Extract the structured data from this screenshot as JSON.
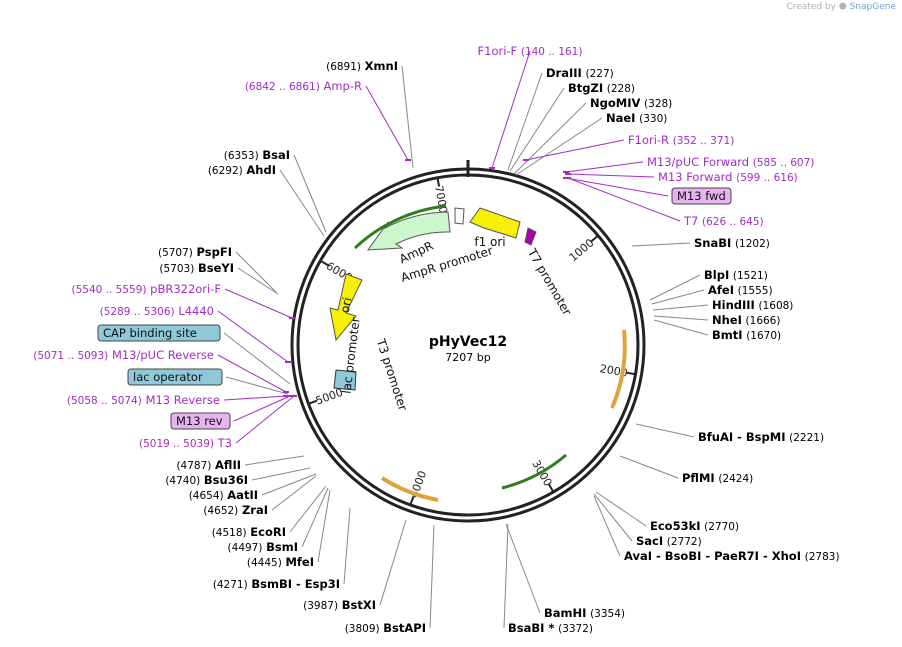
{
  "credit": {
    "prefix": "Created by",
    "brand": "SnapGene"
  },
  "plasmid": {
    "name": "pHyVec12",
    "size_label": "7207 bp",
    "length": 7207
  },
  "colors": {
    "enzyme_text": "#000000",
    "primer": "#a32cc4",
    "tick_line": "#888888",
    "tick_purple": "#a32cc4",
    "arrow_yellow": "#f7f000",
    "arrow_green": "#ccf7cc",
    "arrow_green_stroke": "#2e7d1e",
    "arrow_orange": "#f2c77a",
    "feature_cyan": "#8fc8d8",
    "feature_purple": "#e6b3f0"
  },
  "scale_labels": [
    "1000",
    "2000",
    "3000",
    "4000",
    "5000",
    "6000",
    "7000"
  ],
  "sites": [
    {
      "name": "XmnI",
      "pos": "(6891)"
    },
    {
      "name": "Amp-R",
      "pos": "(6842 .. 6861)"
    },
    {
      "name": "F1ori-F",
      "pos": "(140 .. 161)"
    },
    {
      "name": "DraIII",
      "pos": "(227)"
    },
    {
      "name": "BtgZI",
      "pos": "(228)"
    },
    {
      "name": "NgoMIV",
      "pos": "(328)"
    },
    {
      "name": "NaeI",
      "pos": "(330)"
    },
    {
      "name": "F1ori-R",
      "pos": "(352 .. 371)"
    },
    {
      "name": "M13/pUC Forward",
      "pos": "(585 .. 607)"
    },
    {
      "name": "M13 Forward",
      "pos": "(599 .. 616)"
    },
    {
      "name": "M13 fwd",
      "pos": ""
    },
    {
      "name": "T7",
      "pos": "(626 .. 645)"
    },
    {
      "name": "SnaBI",
      "pos": "(1202)"
    },
    {
      "name": "BlpI",
      "pos": "(1521)"
    },
    {
      "name": "AfeI",
      "pos": "(1555)"
    },
    {
      "name": "HindIII",
      "pos": "(1608)"
    },
    {
      "name": "NheI",
      "pos": "(1666)"
    },
    {
      "name": "BmtI",
      "pos": "(1670)"
    },
    {
      "name": "BfuAI - BspMI",
      "pos": "(2221)"
    },
    {
      "name": "PflMI",
      "pos": "(2424)"
    },
    {
      "name": "Eco53kI",
      "pos": "(2770)"
    },
    {
      "name": "SacI",
      "pos": "(2772)"
    },
    {
      "name": "AvaI - BsoBI - PaeR7I - XhoI",
      "pos": "(2783)"
    },
    {
      "name": "BamHI",
      "pos": "(3354)"
    },
    {
      "name": "BsaBI *",
      "pos": "(3372)"
    },
    {
      "name": "BstAPI",
      "pos": "(3809)"
    },
    {
      "name": "BstXI",
      "pos": "(3987)"
    },
    {
      "name": "BsmBI - Esp3I",
      "pos": "(4271)"
    },
    {
      "name": "MfeI",
      "pos": "(4445)"
    },
    {
      "name": "BsmI",
      "pos": "(4497)"
    },
    {
      "name": "EcoRI",
      "pos": "(4518)"
    },
    {
      "name": "ZraI",
      "pos": "(4652)"
    },
    {
      "name": "AatII",
      "pos": "(4654)"
    },
    {
      "name": "Bsu36I",
      "pos": "(4740)"
    },
    {
      "name": "AflII",
      "pos": "(4787)"
    },
    {
      "name": "T3",
      "pos": "(5019 .. 5039)"
    },
    {
      "name": "M13 rev",
      "pos": ""
    },
    {
      "name": "M13 Reverse",
      "pos": "(5058 .. 5074)"
    },
    {
      "name": "lac operator",
      "pos": ""
    },
    {
      "name": "M13/pUC Reverse",
      "pos": "(5071 .. 5093)"
    },
    {
      "name": "CAP binding site",
      "pos": ""
    },
    {
      "name": "L4440",
      "pos": "(5289 .. 5306)"
    },
    {
      "name": "pBR322ori-F",
      "pos": "(5540 .. 5559)"
    },
    {
      "name": "BseYI",
      "pos": "(5703)"
    },
    {
      "name": "PspFI",
      "pos": "(5707)"
    },
    {
      "name": "AhdI",
      "pos": "(6292)"
    },
    {
      "name": "BsaI",
      "pos": "(6353)"
    }
  ],
  "features": [
    "f1 ori",
    "AmpR",
    "AmpR promoter",
    "ori",
    "T7 promoter",
    "lac promoter",
    "T3 promoter"
  ]
}
